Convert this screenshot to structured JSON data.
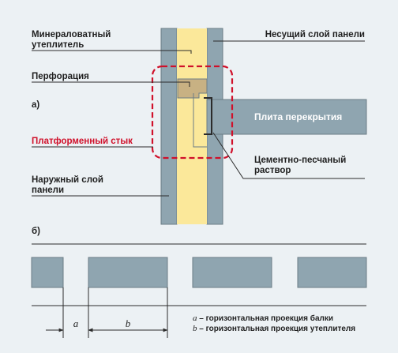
{
  "colors": {
    "background": "#ecf1f4",
    "panel_gray": "#8fa5b0",
    "panel_outline": "#6b7d86",
    "insulation": "#fbe89a",
    "perforation": "#c8b183",
    "highlight_red": "#d0102a",
    "line": "#2b2b2b"
  },
  "part_a": {
    "marker": "а)",
    "labels": {
      "mineral_wool_line1": "Минераловатный",
      "mineral_wool_line2": "утеплитель",
      "bearing_layer": "Несущий слой панели",
      "perforation": "Перфорация",
      "platform_joint": "Платформенный стык",
      "floor_slab": "Плита перекрытия",
      "mortar_line1": "Цементно-песчаный",
      "mortar_line2": "раствор",
      "outer_layer_line1": "Наружный слой",
      "outer_layer_line2": "панели"
    }
  },
  "part_b": {
    "marker": "б)",
    "dim_a": "a",
    "dim_b": "b",
    "legend": [
      {
        "key": "a",
        "text": " – горизонтальная проекция балки"
      },
      {
        "key": "b",
        "text": " – горизонтальная проекция утеплителя"
      }
    ]
  }
}
